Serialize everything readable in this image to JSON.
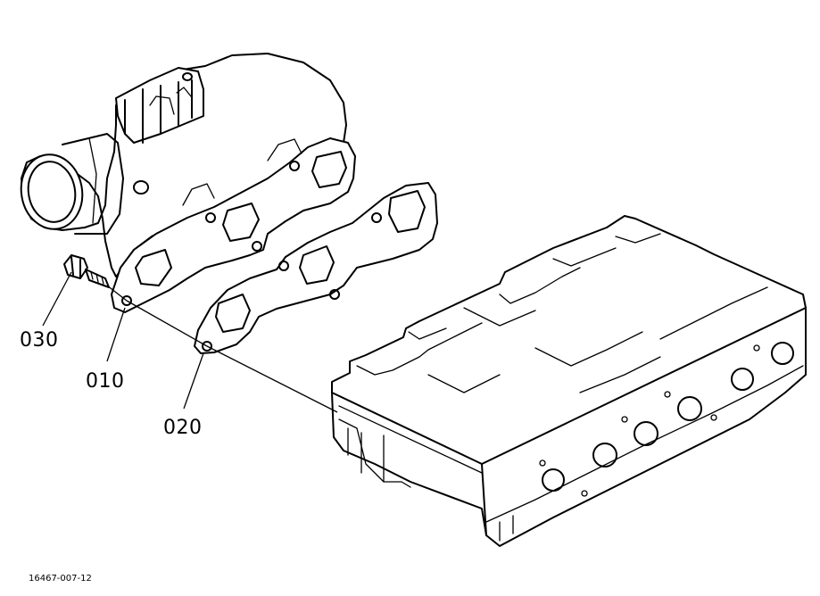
{
  "diagram": {
    "callouts": [
      {
        "id": "bolt",
        "label": "030"
      },
      {
        "id": "manifold",
        "label": "010"
      },
      {
        "id": "gasket",
        "label": "020"
      }
    ],
    "figure_id": "16467-007-12"
  },
  "colors": {
    "ink": "#000000",
    "background": "#ffffff"
  }
}
